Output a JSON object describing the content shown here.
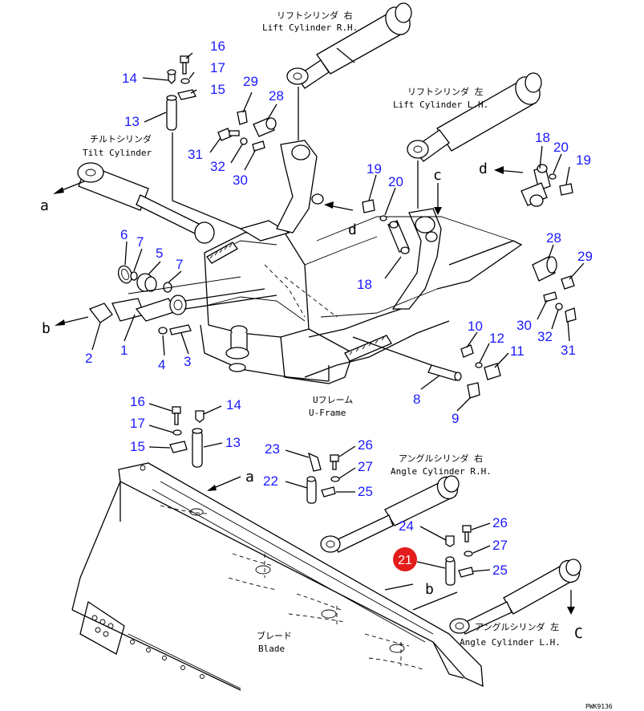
{
  "labels": {
    "lift_rh_jp": "リフトシリンダ 右",
    "lift_rh_en": "Lift Cylinder R.H.",
    "lift_lh_jp": "リフトシリンダ 左",
    "lift_lh_en": "Lift Cylinder L.H.",
    "tilt_jp": "チルトシリンダ",
    "tilt_en": "Tilt Cylinder",
    "uframe_jp": "Uフレーム",
    "uframe_en": "U-Frame",
    "angle_rh_jp": "アングルシリンダ 右",
    "angle_rh_en": "Angle Cylinder R.H.",
    "angle_lh_jp": "アングルシリンダ 左",
    "angle_lh_en": "Angle Cylinder L.H.",
    "blade_jp": "ブレード",
    "blade_en": "Blade",
    "code": "PWK9136"
  },
  "letters": {
    "a": "a",
    "b": "b",
    "c": "c",
    "d": "d",
    "c_upper": "C"
  },
  "callouts": {
    "p1": "1",
    "p2": "2",
    "p3": "3",
    "p4": "4",
    "p5": "5",
    "p6": "6",
    "p7": "7",
    "p8": "8",
    "p9": "9",
    "p10": "10",
    "p11": "11",
    "p12": "12",
    "p13": "13",
    "p14": "14",
    "p15": "15",
    "p16": "16",
    "p17": "17",
    "p18": "18",
    "p19": "19",
    "p20": "20",
    "p21": "21",
    "p22": "22",
    "p23": "23",
    "p24": "24",
    "p25": "25",
    "p26": "26",
    "p27": "27",
    "p28": "28",
    "p29": "29",
    "p30": "30",
    "p31": "31",
    "p32": "32"
  },
  "colors": {
    "callout_text": "#1a1aff",
    "highlight_badge": "#e31c1c",
    "line": "#000000"
  }
}
